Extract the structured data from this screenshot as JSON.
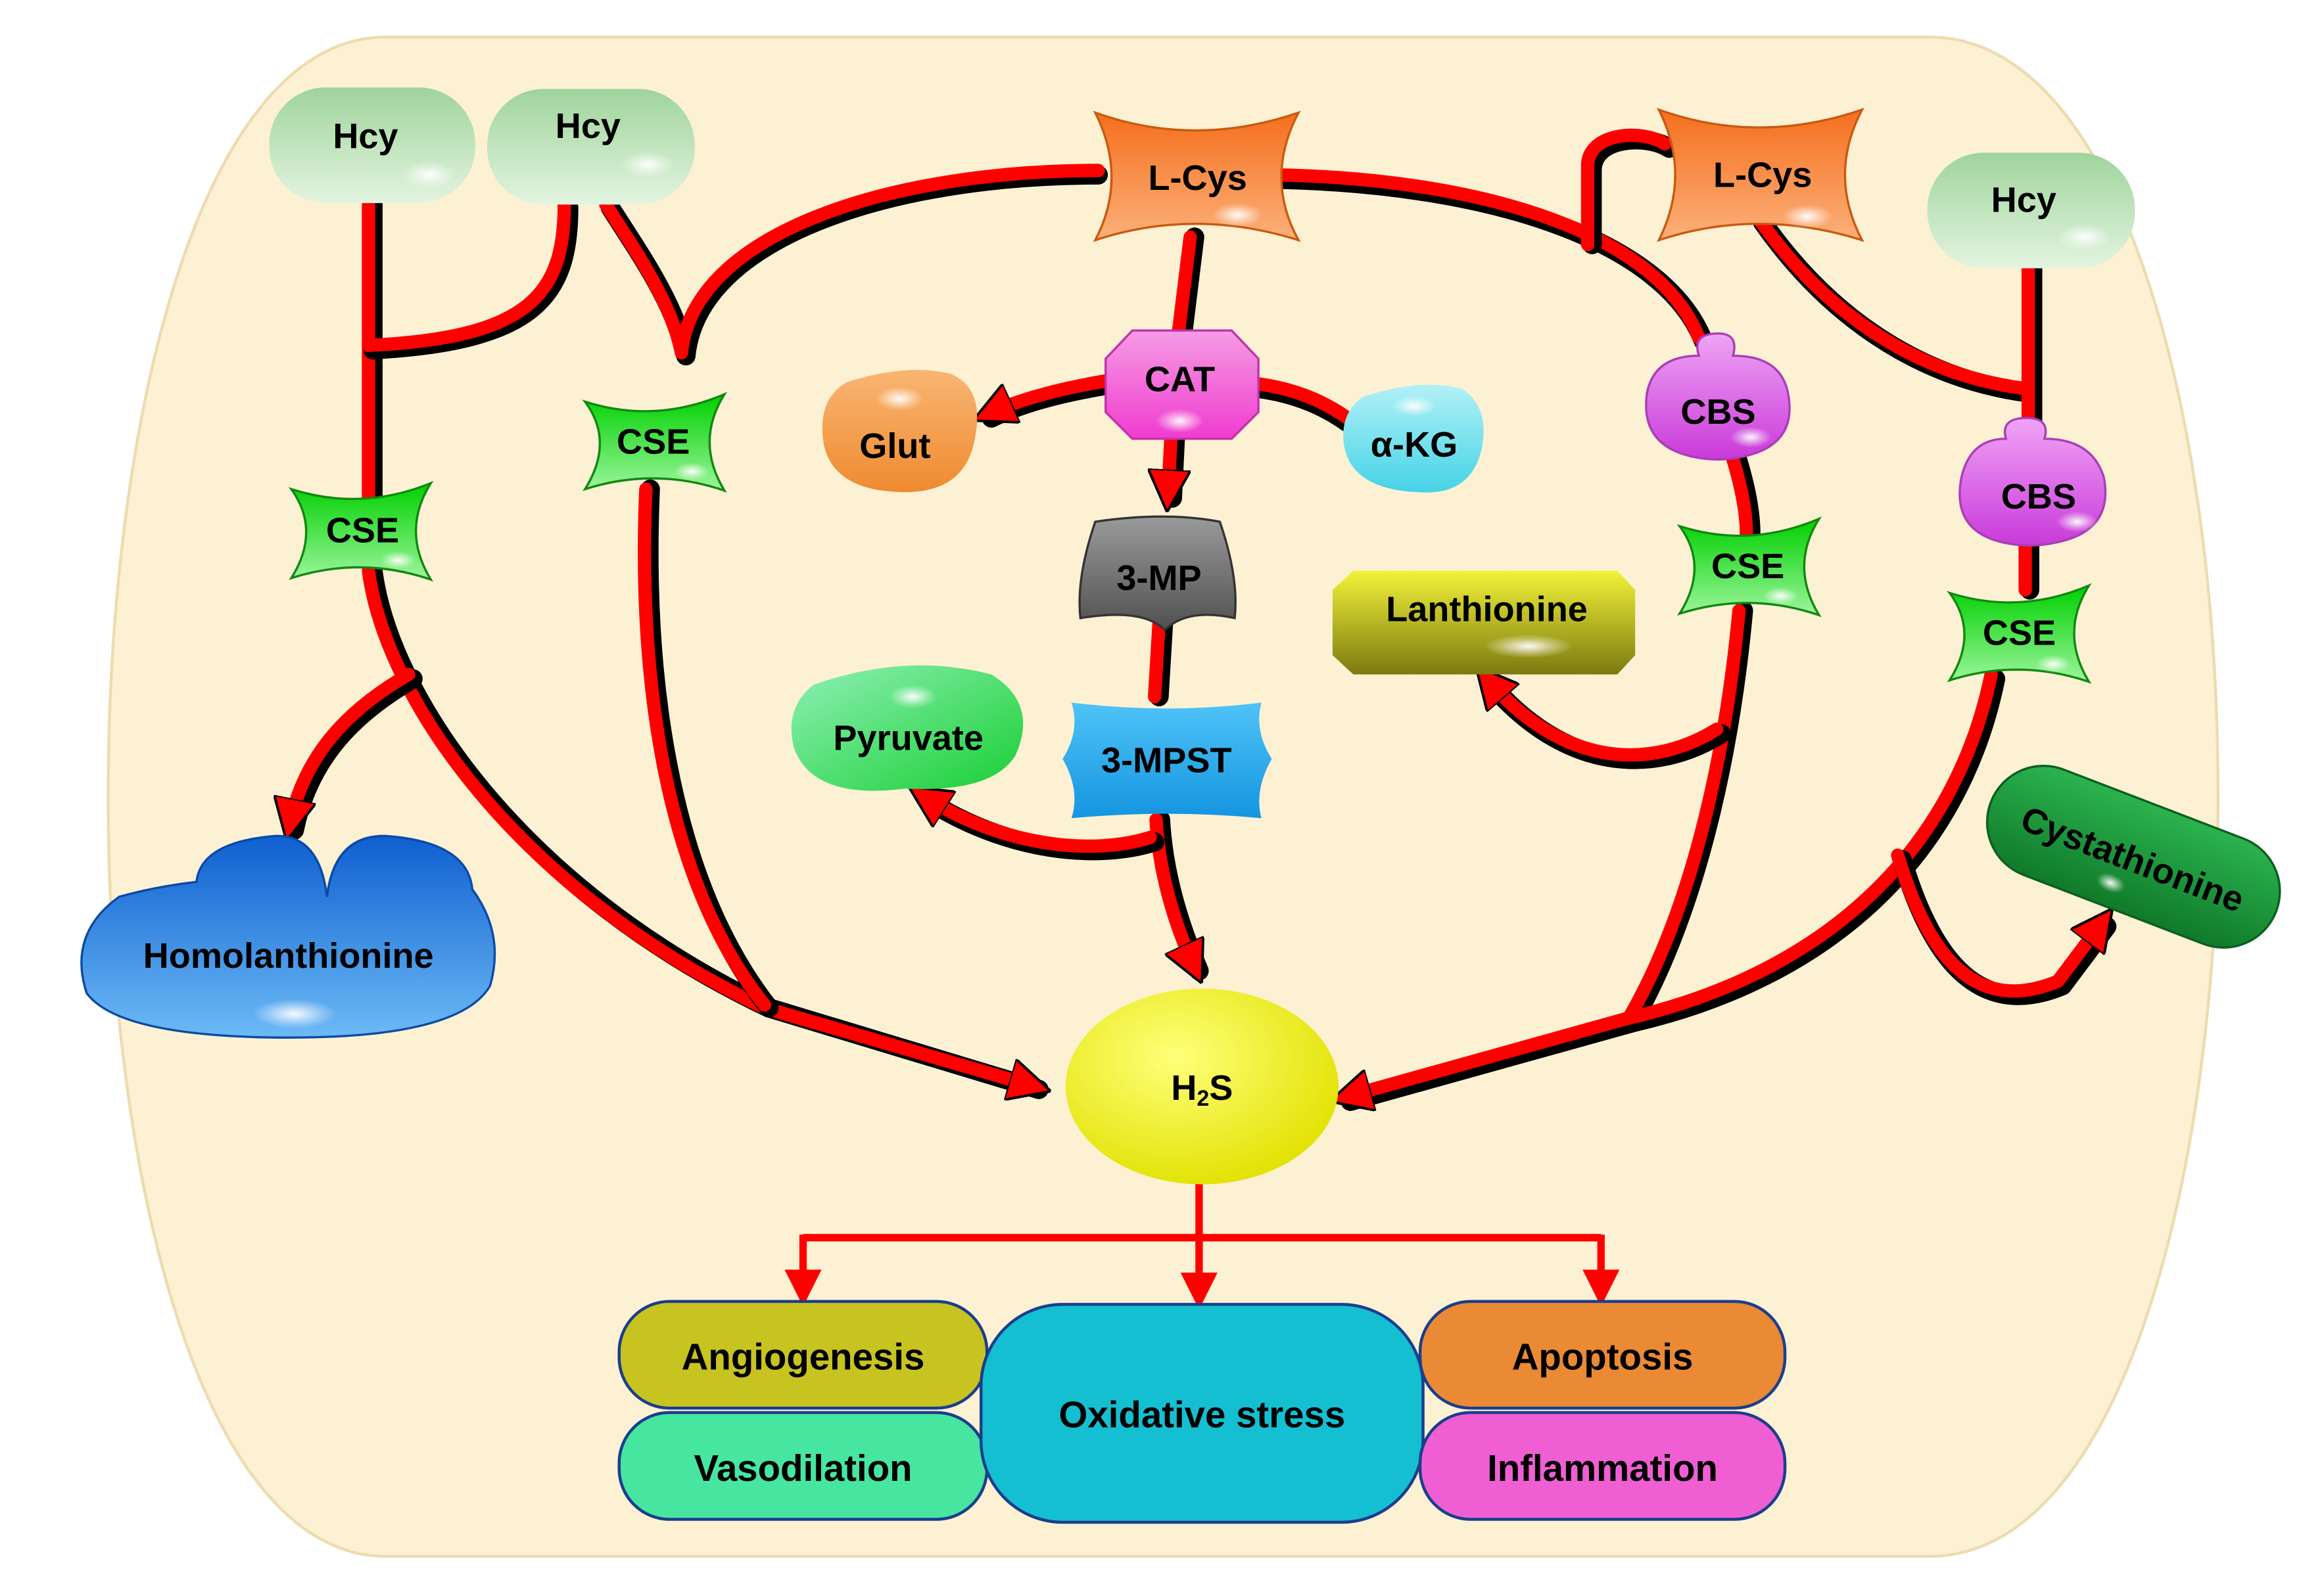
{
  "nodes": {
    "hcy1": "Hcy",
    "hcy2": "Hcy",
    "hcy3": "Hcy",
    "lcys1": "L-Cys",
    "lcys2": "L-Cys",
    "cse1": "CSE",
    "cse2": "CSE",
    "cse3": "CSE",
    "cse4": "CSE",
    "cat": "CAT",
    "glut": "Glut",
    "akg": "α-KG",
    "mp": "3-MP",
    "mpst": "3-MPST",
    "pyruvate": "Pyruvate",
    "cbs1": "CBS",
    "cbs2": "CBS",
    "lanthionine": "Lanthionine",
    "homolanthionine": "Homolanthionine",
    "cystathionine": "Cystathionine",
    "h2s_main": "H",
    "h2s_sub": "2",
    "h2s_end": "S"
  },
  "effects": {
    "angiogenesis": "Angiogenesis",
    "vasodilation": "Vasodilation",
    "oxidative": "Oxidative stress",
    "apoptosis": "Apoptosis",
    "inflammation": "Inflammation"
  },
  "colors": {
    "background": "#fdf1d3",
    "hcy": "#b5dcb1",
    "lcys": "#f78c3f",
    "cse": "#2ed62e",
    "cat": "#f57ad7",
    "glut": "#f5a050",
    "akg": "#7fe2ee",
    "mp": "#6b6b6b",
    "mpst": "#19a7ea",
    "pyruvate": "#55e08a",
    "cbs": "#dd6ae8",
    "lanthionine": "#dada1c",
    "homolanthionine": "#2a7ee0",
    "cystathionine": "#1f9c3e",
    "h2s": "#f2f21a",
    "angiogenesis": "#c7c321",
    "vasodilation": "#47e6a0",
    "oxidative": "#14bfd1",
    "apoptosis": "#ea8a35",
    "inflammation": "#ef5fd3",
    "arrow": "#ff0000"
  }
}
